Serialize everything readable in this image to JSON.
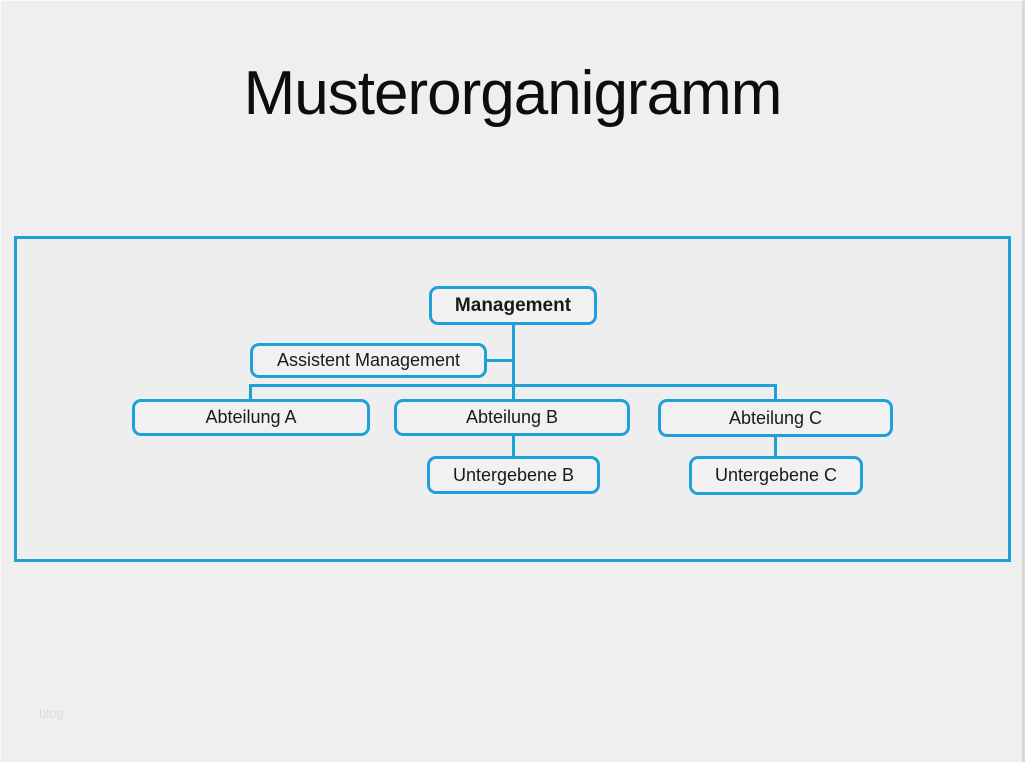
{
  "page": {
    "title": "Musterorganigramm",
    "watermark": "blog"
  },
  "colors": {
    "accent": "#1EA0D9",
    "background": "#EFEFEF",
    "node_fill": "#F1F1F1",
    "text": "#1A1A1A",
    "watermark_text": "#DCDCDC"
  },
  "org_chart": {
    "nodes": [
      {
        "id": "management",
        "label": "Management",
        "level": 1,
        "parent": null
      },
      {
        "id": "assistant",
        "label": "Assistent Management",
        "level": 2,
        "parent": "management"
      },
      {
        "id": "dept-a",
        "label": "Abteilung A",
        "level": 3,
        "parent": "management"
      },
      {
        "id": "dept-b",
        "label": "Abteilung B",
        "level": 3,
        "parent": "management"
      },
      {
        "id": "dept-c",
        "label": "Abteilung C",
        "level": 3,
        "parent": "management"
      },
      {
        "id": "sub-b",
        "label": "Untergebene B",
        "level": 4,
        "parent": "dept-b"
      },
      {
        "id": "sub-c",
        "label": "Untergebene C",
        "level": 4,
        "parent": "dept-c"
      }
    ]
  }
}
